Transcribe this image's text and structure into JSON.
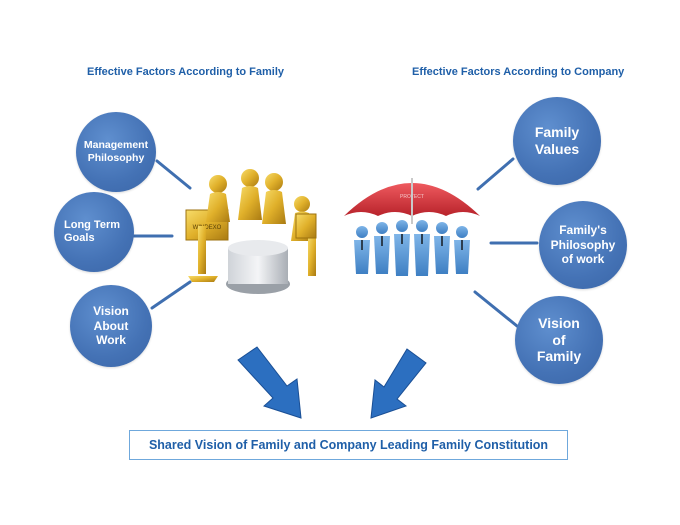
{
  "headings": {
    "family": "Effective Factors According to Family",
    "company": "Effective Factors According to Company"
  },
  "family_factors": [
    "Management\nPhilosophy",
    "Long Term\nGoals",
    "Vision\nAbout\nWork"
  ],
  "company_factors": [
    "Family\nValues",
    "Family's\nPhilosophy\nof work",
    "Vision\nof\nFamily"
  ],
  "conclusion": "Shared Vision of Family and Company Leading Family Constitution",
  "illustration_left": {
    "icon": "gold-figures-meeting-icon",
    "screen_text": "WINDEXO"
  },
  "illustration_right": {
    "icon": "umbrella-people-icon",
    "umbrella_text": "PROTECT"
  },
  "colors": {
    "circle_fill": "#4472b5",
    "heading_text": "#1f5fa8",
    "arrow": "#2c6fc0",
    "umbrella": "#d9363e",
    "people": "#5a9bd8",
    "gold": "#e0b02a"
  }
}
